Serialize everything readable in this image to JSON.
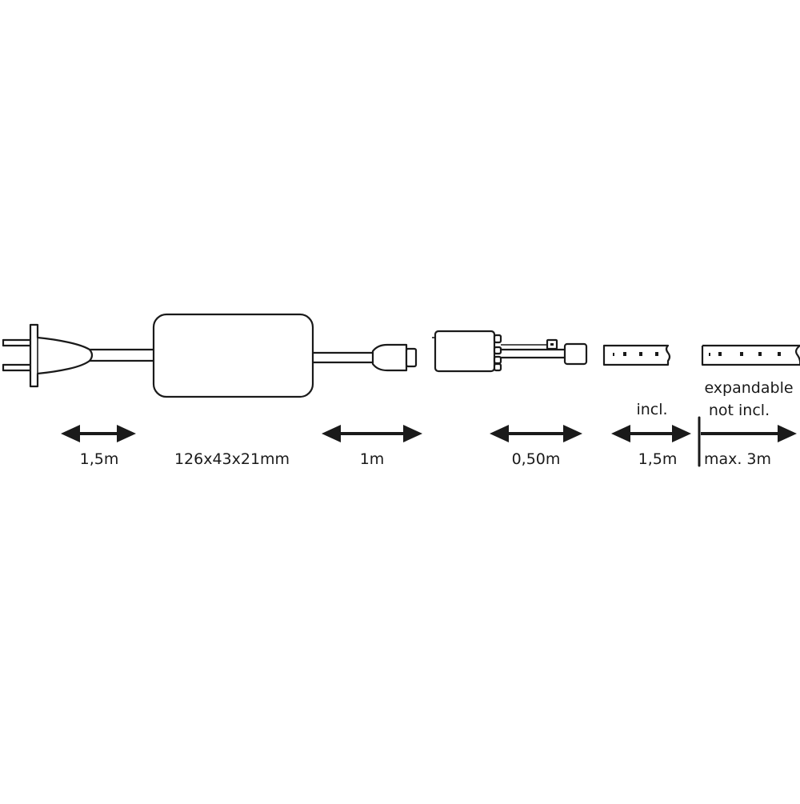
{
  "labels": {
    "plug_cable": "1,5m",
    "driver_size": "126x43x21mm",
    "output_cable": "1m",
    "controller_cable": "0,50m",
    "strip_incl_top": "incl.",
    "strip_incl_length": "1,5m",
    "expandable_line1": "expandable",
    "expandable_line2": "not incl.",
    "expandable_length": "max. 3m"
  },
  "colors": {
    "line": "#1a1a1a",
    "background": "#ffffff"
  }
}
